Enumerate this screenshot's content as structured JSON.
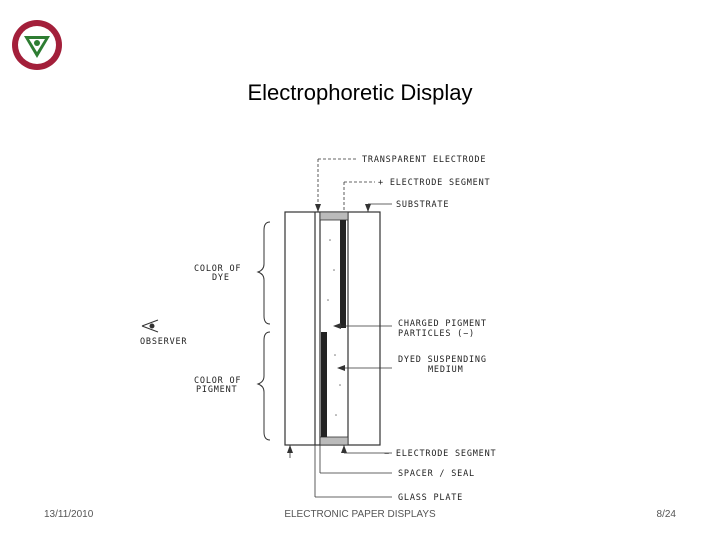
{
  "slide": {
    "title": "Electrophoretic Display",
    "footer_date": "13/11/2010",
    "footer_center": "ELECTRONIC PAPER DISPLAYS",
    "footer_page": "8/24"
  },
  "logo": {
    "name": "university-seal-logo",
    "colors": {
      "ring": "#a31f3a",
      "inner": "#ffffff",
      "emblem": "#2e7d32"
    }
  },
  "diagram": {
    "labels": {
      "transparent_electrode": "TRANSPARENT ELECTRODE",
      "plus_electrode_segment": "+ ELECTRODE SEGMENT",
      "substrate": "SUBSTRATE",
      "color_of_dye_1": "COLOR OF",
      "color_of_dye_2": "DYE",
      "observer": "OBSERVER",
      "charged_pigment_1": "CHARGED PIGMENT",
      "charged_pigment_2": "PARTICLES (−)",
      "dyed_medium_1": "DYED SUSPENDING",
      "dyed_medium_2": "MEDIUM",
      "color_of_pigment_1": "COLOR OF",
      "color_of_pigment_2": "PIGMENT",
      "minus_electrode_segment": "− ELECTRODE SEGMENT",
      "spacer_seal": "SPACER / SEAL",
      "glass_plate": "GLASS PLATE"
    }
  }
}
